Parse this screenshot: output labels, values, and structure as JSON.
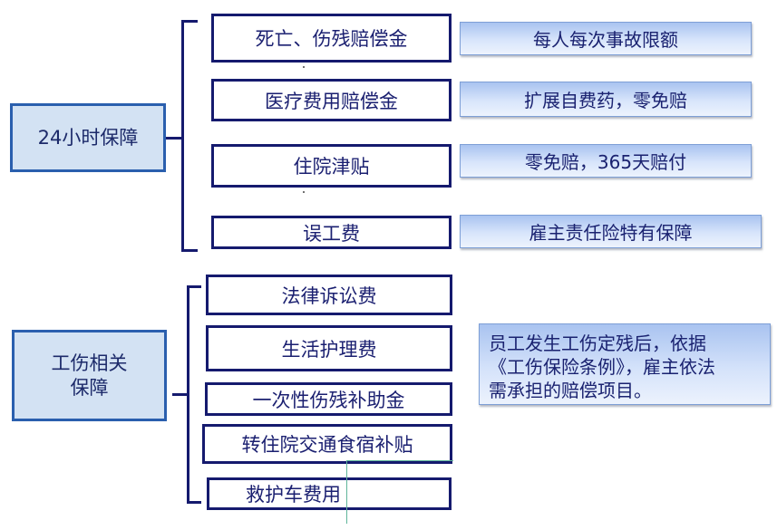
{
  "groups": [
    {
      "category": "24小时保障",
      "items": [
        "死亡、伤残赔偿金",
        "医疗费用赔偿金",
        "住院津贴",
        "误工费"
      ],
      "notes": [
        "每人每次事故限额",
        "扩展自费药，零免赔",
        "零免赔，365天赔付",
        "雇主责任险特有保障"
      ]
    },
    {
      "category_lines": [
        "工伤相关",
        "保障"
      ],
      "items": [
        "法律诉讼费",
        "生活护理费",
        "一次性伤残补助金",
        "转住院交通食宿补贴",
        "救护车费用"
      ],
      "description_lines": [
        "员工发生工伤定残后，依据",
        "《工伤保险条例》，雇主依法",
        "需承担的赔偿项目。"
      ]
    }
  ],
  "colors": {
    "category_fill": "#d3e2f3",
    "category_border": "#2a5fae",
    "item_border": "#151a6e",
    "note_fill": "#c4d7f7",
    "connector_line": "#151a6e",
    "guide_line": "#5fb59a"
  }
}
